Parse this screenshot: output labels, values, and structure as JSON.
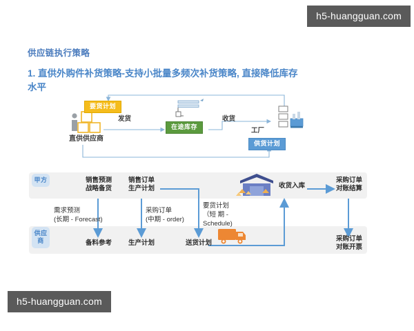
{
  "watermark": {
    "text": "h5-huangguan.com",
    "bg_color": "#5a5a5a",
    "text_color": "#ffffff"
  },
  "headings": {
    "section_label": "供应链执行策略",
    "title": "1. 直供外购件补货策略-支持小批量多频次补货策略, 直接降低库存水平",
    "accent_color": "#4a86c8"
  },
  "upper_diagram": {
    "badges": [
      {
        "name": "demand-plan",
        "label": "要货计划",
        "color": "#f5bc1c"
      },
      {
        "name": "in-transit-inventory",
        "label": "在途库存",
        "color": "#5b9a3e"
      },
      {
        "name": "supply-plan",
        "label": "供货计划",
        "color": "#5b9bd5"
      }
    ],
    "labels": {
      "supplier": "直供供应商",
      "ship": "发货",
      "receive": "收货",
      "factory": "工厂"
    },
    "icons": [
      "person-with-boxes-icon",
      "document-list-icon",
      "stacked-crates-icon",
      "factory-icon"
    ],
    "arrow_color": "#8ab4d8"
  },
  "lower_flow": {
    "lanes": [
      {
        "name": "buyer-lane",
        "tag": "甲方"
      },
      {
        "name": "supplier-lane",
        "tag": "供应商"
      }
    ],
    "lane_tag_color": "#d3e3f3",
    "lane_bg_color": "#f1f1f1",
    "arrow_color": "#5b9bd5",
    "top_nodes": [
      {
        "name": "sales-forecast-node",
        "line1": "销售预测",
        "line2": "战略备货"
      },
      {
        "name": "sales-order-node",
        "line1": "销售订单",
        "line2": "生产计划"
      },
      {
        "name": "goods-receipt-node",
        "line1": "收货入库",
        "line2": ""
      },
      {
        "name": "po-reconciliation-node",
        "line1": "采购订单",
        "line2": "对账结算"
      }
    ],
    "bottom_nodes": [
      {
        "name": "material-prep-node",
        "line1": "备料参考",
        "line2": ""
      },
      {
        "name": "production-plan-node",
        "line1": "生产计划",
        "line2": ""
      },
      {
        "name": "delivery-plan-node",
        "line1": "送货计划",
        "line2": ""
      },
      {
        "name": "po-invoicing-node",
        "line1": "采购订单",
        "line2": "对账开票"
      }
    ],
    "edge_labels": [
      {
        "name": "demand-forecast-edge",
        "line1": "需求预测",
        "line2": "(长期 - Forecast)"
      },
      {
        "name": "purchase-order-edge",
        "line1": "采购订单",
        "line2": "(中期 - order)"
      },
      {
        "name": "demand-schedule-edge",
        "line1": "要货计划",
        "line2": "（短 期 -",
        "line3": "Schedule)"
      }
    ],
    "icons": [
      {
        "name": "warehouse-icon",
        "color": "#4a5d9e"
      },
      {
        "name": "delivery-truck-icon",
        "color": "#ed8733"
      }
    ]
  }
}
